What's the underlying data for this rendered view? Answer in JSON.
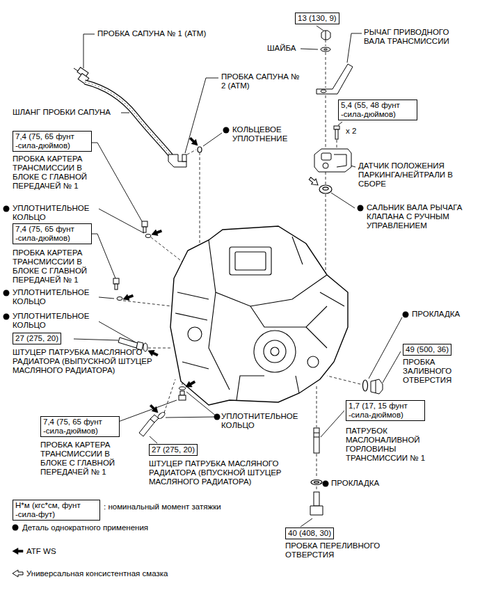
{
  "diagram": {
    "nodes": [
      {
        "text": [
          "13 (130, 9)"
        ]
      },
      {
        "text": [
          "5,4 (55, 48 фунт -сила-дюймов)"
        ]
      },
      {
        "text": [
          "7,4 (75, 65 фунт -сила-дюймов)"
        ]
      },
      {
        "text": [
          "7,4 (75, 65 фунт -сила-дюймов)"
        ]
      },
      {
        "text": [
          "27 (275, 20)"
        ]
      },
      {
        "text": [
          "49 (500, 36)"
        ]
      },
      {
        "text": [
          "1,7 (17, 15 фунт -сила-дюймов)"
        ]
      },
      {
        "text": [
          "7,4 (75, 65 фунт -сила-дюймов)"
        ]
      },
      {
        "text": [
          "27 (275, 20)"
        ]
      },
      {
        "text": [
          "40 (408, 30)"
        ]
      },
      {
        "text": [
          "Н*м (кгс*см, фунт -сила-фут)"
        ]
      }
    ],
    "labels": [
      "ПРОБКА САПУНА № 1 (ATM)",
      "ПРОБКА САПУНА № 2 (ATM)",
      "ШЛАНГ ПРОБКИ САПУНА",
      "КОЛЬЦЕВОЕ УПЛОТНЕНИЕ",
      "ШАЙБА",
      "РЫЧАГ ПРИВОДНОГО ВАЛА ТРАНСМИССИИ",
      "x 2",
      "ДАТЧИК ПОЛОЖЕНИЯ ПАРКИНГА/НЕЙТРАЛИ В СБОРЕ",
      "ПРОБКА КАРТЕРА ТРАНСМИССИИ В БЛОКЕ С ГЛАВНОЙ ПЕРЕДАЧЕЙ № 1",
      "УПЛОТНИТЕЛЬНОЕ КОЛЬЦО",
      "САЛЬНИК ВАЛА РЫЧАГА КЛАПАНА С РУЧНЫМ УПРАВЛЕНИЕМ",
      "ПРОБКА КАРТЕРА ТРАНСМИССИИ В БЛОКЕ С ГЛАВНОЙ ПЕРЕДАЧЕЙ № 1",
      "УПЛОТНИТЕЛЬНОЕ КОЛЬЦО",
      "УПЛОТНИТЕЛЬНОЕ КОЛЬЦО",
      "ПРОКЛАДКА",
      "ШТУЦЕР ПАТРУБКА МАСЛЯНОГО РАДИАТОРА (ВЫПУСКНОЙ ШТУЦЕР МАСЛЯНОГО РАДИАТОРА)",
      "ПРОБКА ЗАЛИВНОГО ОТВЕРСТИЯ",
      "УПЛОТНИТЕЛЬНОЕ КОЛЬЦО",
      "ПАТРУБОК МАСЛОНАЛИВНОЙ ГОРЛОВИНЫ ТРАНСМИССИИ № 1",
      "ПРОБКА КАРТЕРА ТРАНСМИССИИ В БЛОКЕ С ГЛАВНОЙ ПЕРЕДАЧЕЙ № 1",
      "ШТУЦЕР ПАТРУБКА МАСЛЯНОГО РАДИАТОРА (ВПУСКНОЙ ШТУЦЕР МАСЛЯНОГО РАДИАТОРА)",
      "ПРОКЛАДКА",
      "ПРОБКА ПЕРЕЛИВНОГО ОТВЕРСТИЯ"
    ],
    "legend": [
      {
        "text": ": номинальный момент затяжки"
      },
      {
        "text": "Деталь однократного применения"
      },
      {
        "text": "ATF WS"
      },
      {
        "text": "Универсальная консистентная смазка"
      }
    ]
  }
}
